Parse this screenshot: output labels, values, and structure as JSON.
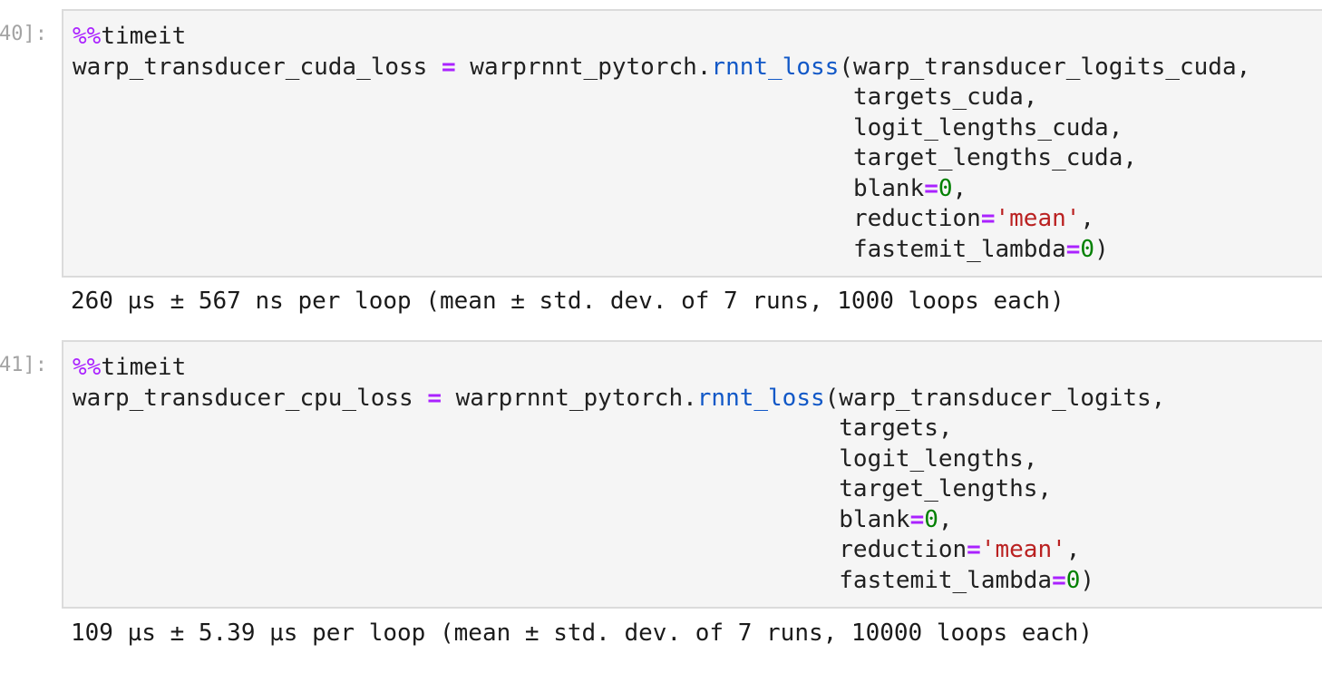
{
  "app": {
    "name": "Jupyter notebook"
  },
  "colors": {
    "page_bg": "#ffffff",
    "cell_bg": "#f5f5f5",
    "cell_border": "#dbdbdb",
    "code_text": "#212121",
    "output_text": "#1a1a1a",
    "prompt_text": "#a3a3a3",
    "magic": "#aa22ff",
    "operator": "#aa22ff",
    "number": "#008000",
    "string": "#ba2121",
    "function": "#1158c7"
  },
  "cells": [
    {
      "prompt": "40]:",
      "code": {
        "indent_spaces": 55,
        "lines": [
          [
            [
              "magic",
              "%%"
            ],
            [
              "plain",
              "timeit"
            ]
          ],
          [
            [
              "plain",
              "warp_transducer_cuda_loss "
            ],
            [
              "op",
              "="
            ],
            [
              "plain",
              " warprnnt_pytorch."
            ],
            [
              "fn",
              "rnnt_loss"
            ],
            [
              "plain",
              "(warp_transducer_logits_cuda,"
            ]
          ],
          [
            [
              "ind",
              ""
            ],
            [
              "plain",
              "targets_cuda,"
            ]
          ],
          [
            [
              "ind",
              ""
            ],
            [
              "plain",
              "logit_lengths_cuda,"
            ]
          ],
          [
            [
              "ind",
              ""
            ],
            [
              "plain",
              "target_lengths_cuda,"
            ]
          ],
          [
            [
              "ind",
              ""
            ],
            [
              "plain",
              "blank"
            ],
            [
              "op",
              "="
            ],
            [
              "num",
              "0"
            ],
            [
              "plain",
              ","
            ]
          ],
          [
            [
              "ind",
              ""
            ],
            [
              "plain",
              "reduction"
            ],
            [
              "op",
              "="
            ],
            [
              "str",
              "'mean'"
            ],
            [
              "plain",
              ","
            ]
          ],
          [
            [
              "ind",
              ""
            ],
            [
              "plain",
              "fastemit_lambda"
            ],
            [
              "op",
              "="
            ],
            [
              "num",
              "0"
            ],
            [
              "plain",
              ")"
            ]
          ]
        ]
      },
      "output": "260 µs ± 567 ns per loop (mean ± std. dev. of 7 runs, 1000 loops each)"
    },
    {
      "prompt": "41]:",
      "code": {
        "indent_spaces": 54,
        "lines": [
          [
            [
              "magic",
              "%%"
            ],
            [
              "plain",
              "timeit"
            ]
          ],
          [
            [
              "plain",
              "warp_transducer_cpu_loss "
            ],
            [
              "op",
              "="
            ],
            [
              "plain",
              " warprnnt_pytorch."
            ],
            [
              "fn",
              "rnnt_loss"
            ],
            [
              "plain",
              "(warp_transducer_logits,"
            ]
          ],
          [
            [
              "ind",
              ""
            ],
            [
              "plain",
              "targets,"
            ]
          ],
          [
            [
              "ind",
              ""
            ],
            [
              "plain",
              "logit_lengths,"
            ]
          ],
          [
            [
              "ind",
              ""
            ],
            [
              "plain",
              "target_lengths,"
            ]
          ],
          [
            [
              "ind",
              ""
            ],
            [
              "plain",
              "blank"
            ],
            [
              "op",
              "="
            ],
            [
              "num",
              "0"
            ],
            [
              "plain",
              ","
            ]
          ],
          [
            [
              "ind",
              ""
            ],
            [
              "plain",
              "reduction"
            ],
            [
              "op",
              "="
            ],
            [
              "str",
              "'mean'"
            ],
            [
              "plain",
              ","
            ]
          ],
          [
            [
              "ind",
              ""
            ],
            [
              "plain",
              "fastemit_lambda"
            ],
            [
              "op",
              "="
            ],
            [
              "num",
              "0"
            ],
            [
              "plain",
              ")"
            ]
          ]
        ]
      },
      "output": "109 µs ± 5.39 µs per loop (mean ± std. dev. of 7 runs, 10000 loops each)"
    }
  ]
}
